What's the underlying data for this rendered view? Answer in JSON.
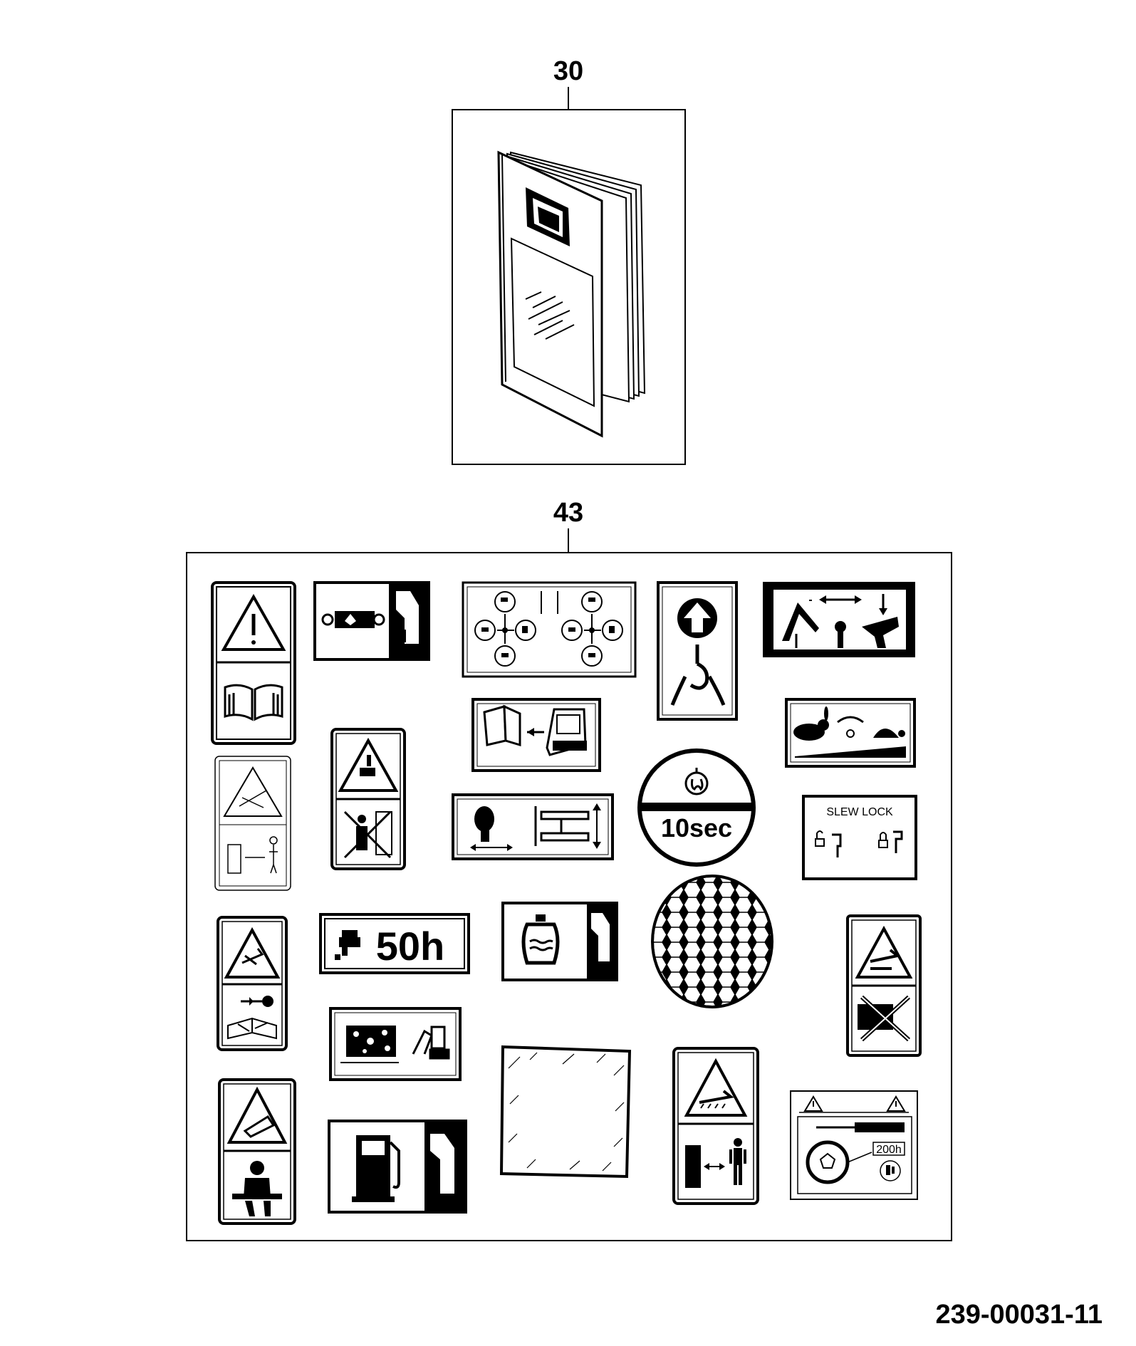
{
  "callouts": {
    "manual_number": "30",
    "decal_kit_number": "43"
  },
  "decals": {
    "slew_lock_text": "SLEW LOCK",
    "ten_sec_text": "10sec",
    "fifty_hour_text": "50h",
    "two_hundred_hour_text": "200h"
  },
  "drawing_reference": "239-00031-11",
  "colors": {
    "ink": "#000000",
    "paper": "#ffffff"
  }
}
